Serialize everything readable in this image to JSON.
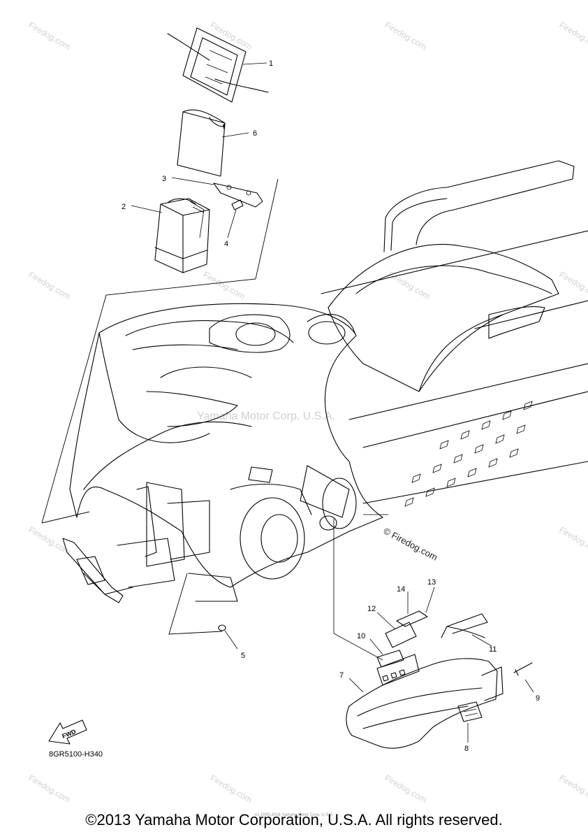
{
  "callouts": [
    {
      "num": "1"
    },
    {
      "num": "2"
    },
    {
      "num": "3"
    },
    {
      "num": "4"
    },
    {
      "num": "5"
    },
    {
      "num": "6"
    },
    {
      "num": "7"
    },
    {
      "num": "8"
    },
    {
      "num": "9"
    },
    {
      "num": "10"
    },
    {
      "num": "11"
    },
    {
      "num": "12"
    },
    {
      "num": "13"
    },
    {
      "num": "14"
    }
  ],
  "watermark": {
    "site": "Firedog.com",
    "site_strong": "© Firedog.com",
    "center": "Yamaha Motor Corp. U.S.A.",
    "tiny": "(c) 2005-2016 Yamaha Motor Corp. U.S.A."
  },
  "fwd_label": "FWD",
  "diagram_code": "8GR5100-H340",
  "copyright": "©2013 Yamaha Motor Corporation, U.S.A. All rights reserved."
}
